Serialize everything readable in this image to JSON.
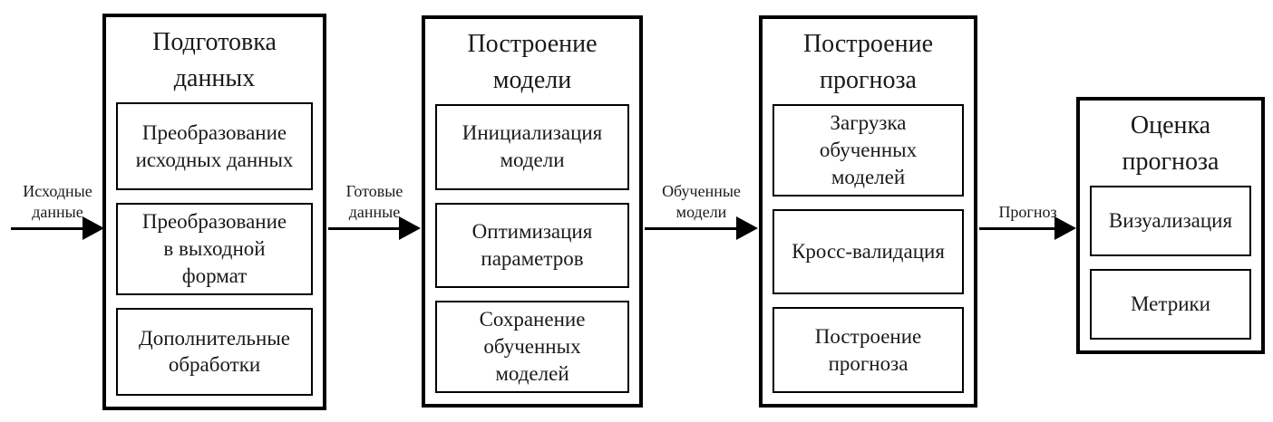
{
  "diagram": {
    "language": "ru",
    "description_visible_only": true
  },
  "stages": [
    {
      "title": "Подготовка\nданных",
      "items": [
        "Преобразование\nисходных данных",
        "Преобразование\nв выходной\nформат",
        "Дополнительные\nобработки"
      ]
    },
    {
      "title": "Построение\nмодели",
      "items": [
        "Инициализация\nмодели",
        "Оптимизация\nпараметров",
        "Сохранение\nобученных\nмоделей"
      ]
    },
    {
      "title": "Построение\nпрогноза",
      "items": [
        "Загрузка\nобученных\nмоделей",
        "Кросс-валидация",
        "Построение\nпрогноза"
      ]
    },
    {
      "title": "Оценка\nпрогноза",
      "items": [
        "Визуализация",
        "Метрики"
      ]
    }
  ],
  "arrows": [
    {
      "label": "Исходные\nданные"
    },
    {
      "label": "Готовые\nданные"
    },
    {
      "label": "Обученные\nмодели"
    },
    {
      "label": "Прогноз"
    }
  ],
  "colors": {
    "border": "#000000",
    "background": "#ffffff",
    "text": "#1a1a1a"
  }
}
